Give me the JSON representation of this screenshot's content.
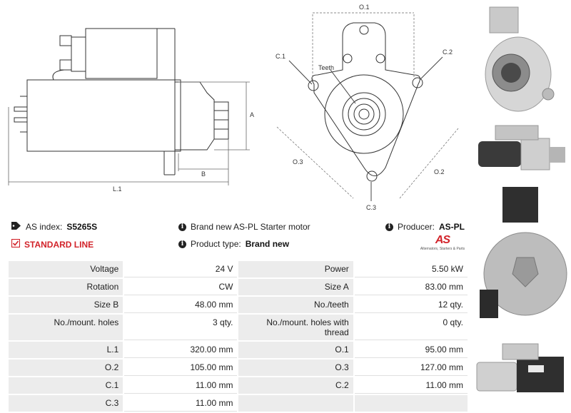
{
  "diagram": {
    "labels": {
      "o1": "O.1",
      "c1": "C.1",
      "c2": "C.2",
      "c3": "C.3",
      "o2": "O.2",
      "o3": "O.3",
      "teeth": "Teeth",
      "a": "A",
      "b": "B",
      "l1": "L.1"
    }
  },
  "info": {
    "as_index_label": "AS index:",
    "as_index_value": "S5265S",
    "standard_line": "STANDARD LINE",
    "description": "Brand new AS-PL Starter motor",
    "product_type_label": "Product type:",
    "product_type_value": "Brand new",
    "producer_label": "Producer:",
    "producer_value": "AS-PL",
    "logo_mark": "AS",
    "logo_sub": "Alternators, Starters & Parts"
  },
  "specs": [
    [
      "Voltage",
      "24 V",
      "Power",
      "5.50 kW"
    ],
    [
      "Rotation",
      "CW",
      "Size A",
      "83.00 mm"
    ],
    [
      "Size B",
      "48.00 mm",
      "No./teeth",
      "12 qty."
    ],
    [
      "No./mount. holes",
      "3 qty.",
      "No./mount. holes with thread",
      "0 qty."
    ],
    [
      "L.1",
      "320.00 mm",
      "O.1",
      "95.00 mm"
    ],
    [
      "O.2",
      "105.00 mm",
      "O.3",
      "127.00 mm"
    ],
    [
      "C.1",
      "11.00 mm",
      "C.2",
      "11.00 mm"
    ],
    [
      "C.3",
      "11.00 mm",
      "",
      ""
    ]
  ]
}
